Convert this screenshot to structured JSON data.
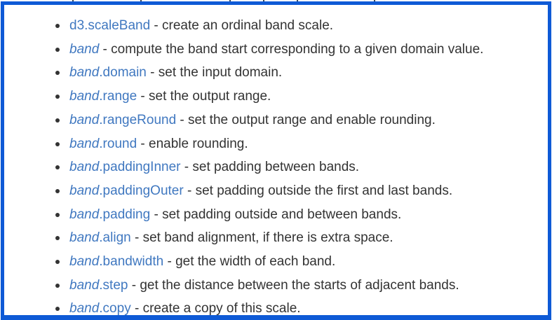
{
  "page": {
    "background": "#ffffff",
    "highlight_border_color": "#0e5ad6",
    "link_color": "#4078c0",
    "text_color": "#333333"
  },
  "api_list": {
    "items": [
      {
        "italic": "",
        "link": "d3.scaleBand",
        "desc": " - create an ordinal band scale."
      },
      {
        "italic": "band",
        "link": "",
        "desc": " - compute the band start corresponding to a given domain value."
      },
      {
        "italic": "band",
        "link": ".domain",
        "desc": " - set the input domain."
      },
      {
        "italic": "band",
        "link": ".range",
        "desc": " - set the output range."
      },
      {
        "italic": "band",
        "link": ".rangeRound",
        "desc": " - set the output range and enable rounding."
      },
      {
        "italic": "band",
        "link": ".round",
        "desc": " - enable rounding."
      },
      {
        "italic": "band",
        "link": ".paddingInner",
        "desc": " - set padding between bands."
      },
      {
        "italic": "band",
        "link": ".paddingOuter",
        "desc": " - set padding outside the first and last bands."
      },
      {
        "italic": "band",
        "link": ".padding",
        "desc": " - set padding outside and between bands."
      },
      {
        "italic": "band",
        "link": ".align",
        "desc": " - set band alignment, if there is extra space."
      },
      {
        "italic": "band",
        "link": ".bandwidth",
        "desc": " - get the width of each band."
      },
      {
        "italic": "band",
        "link": ".step",
        "desc": " - get the distance between the starts of adjacent bands."
      },
      {
        "italic": "band",
        "link": ".copy",
        "desc": " - create a copy of this scale."
      }
    ]
  }
}
